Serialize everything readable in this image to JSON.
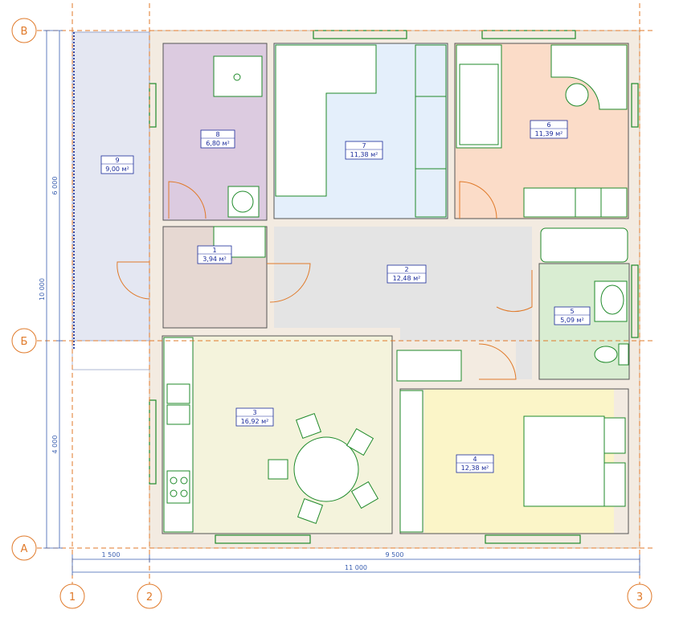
{
  "axes": {
    "horizontal": [
      "В",
      "Б",
      "А"
    ],
    "vertical": [
      "1",
      "2",
      "3"
    ]
  },
  "dimensions": {
    "bottom_1": "1 500",
    "bottom_2": "9 500",
    "bottom_total": "11 000",
    "left_1": "6 000",
    "left_2": "4 000",
    "left_total": "10 000"
  },
  "rooms": [
    {
      "id": "r9",
      "num": "9",
      "area": "9,00 м²",
      "color": "#e4e7f2"
    },
    {
      "id": "r8",
      "num": "8",
      "area": "6,80 м²",
      "color": "#dccbe0"
    },
    {
      "id": "r7",
      "num": "7",
      "area": "11,38 м²",
      "color": "#e4effb"
    },
    {
      "id": "r6",
      "num": "6",
      "area": "11,39 м²",
      "color": "#fbdcc8"
    },
    {
      "id": "r1",
      "num": "1",
      "area": "3,94 м²",
      "color": "#e6d8d2"
    },
    {
      "id": "r2",
      "num": "2",
      "area": "12,48 м²",
      "color": "#e4e4e4"
    },
    {
      "id": "r5",
      "num": "5",
      "area": "5,09 м²",
      "color": "#d9edd2"
    },
    {
      "id": "r3",
      "num": "3",
      "area": "16,92 м²",
      "color": "#f4f3dc"
    },
    {
      "id": "r4",
      "num": "4",
      "area": "12,38 м²",
      "color": "#fbf5c8"
    }
  ],
  "colors": {
    "wall": "#f3ebe1",
    "furniture": "#1f8a2a",
    "axis": "#e07a2a",
    "label_border": "#1a2a9a",
    "dimension": "#3a5fb0"
  }
}
